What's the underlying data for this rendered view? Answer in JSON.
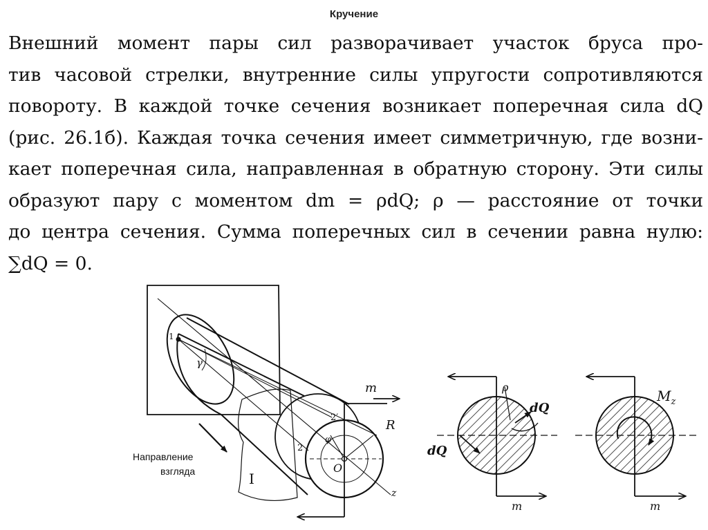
{
  "header": {
    "title": "Кручение"
  },
  "text": {
    "lines": [
      "Внешний момент пары сил разворачивает участок бруса про-",
      "тив часовой стрелки, внутренние силы упругости сопротивляются",
      "повороту. В каждой точке сечения возникает поперечная сила dQ",
      "(рис. 26.1б). Каждая точка сечения имеет симметричную, где возни-",
      "кает поперечная сила, направленная в обратную сторону. Эти силы",
      "образуют пару с моментом dm = ρdQ; ρ — расстояние от точки",
      "до центра сечения. Сумма поперечных сил в сечении равна нулю:",
      "∑dQ = 0."
    ]
  },
  "figure_a": {
    "label_m": "m",
    "label_R": "R",
    "label_O": "O",
    "label_z": "z",
    "label_1": "1",
    "label_2": "2",
    "label_2prime": "2′",
    "label_gamma": "γ",
    "label_phi": "φ",
    "label_I": "I",
    "view_direction_line1": "Направление",
    "view_direction_line2": "взгляда"
  },
  "figure_b": {
    "label_rho": "ρ",
    "label_dQ_top": "dQ",
    "label_dQ_left": "dQ",
    "label_m": "m"
  },
  "figure_c": {
    "label_Mz": "M",
    "label_Mz_sub": "z",
    "label_m": "m"
  }
}
